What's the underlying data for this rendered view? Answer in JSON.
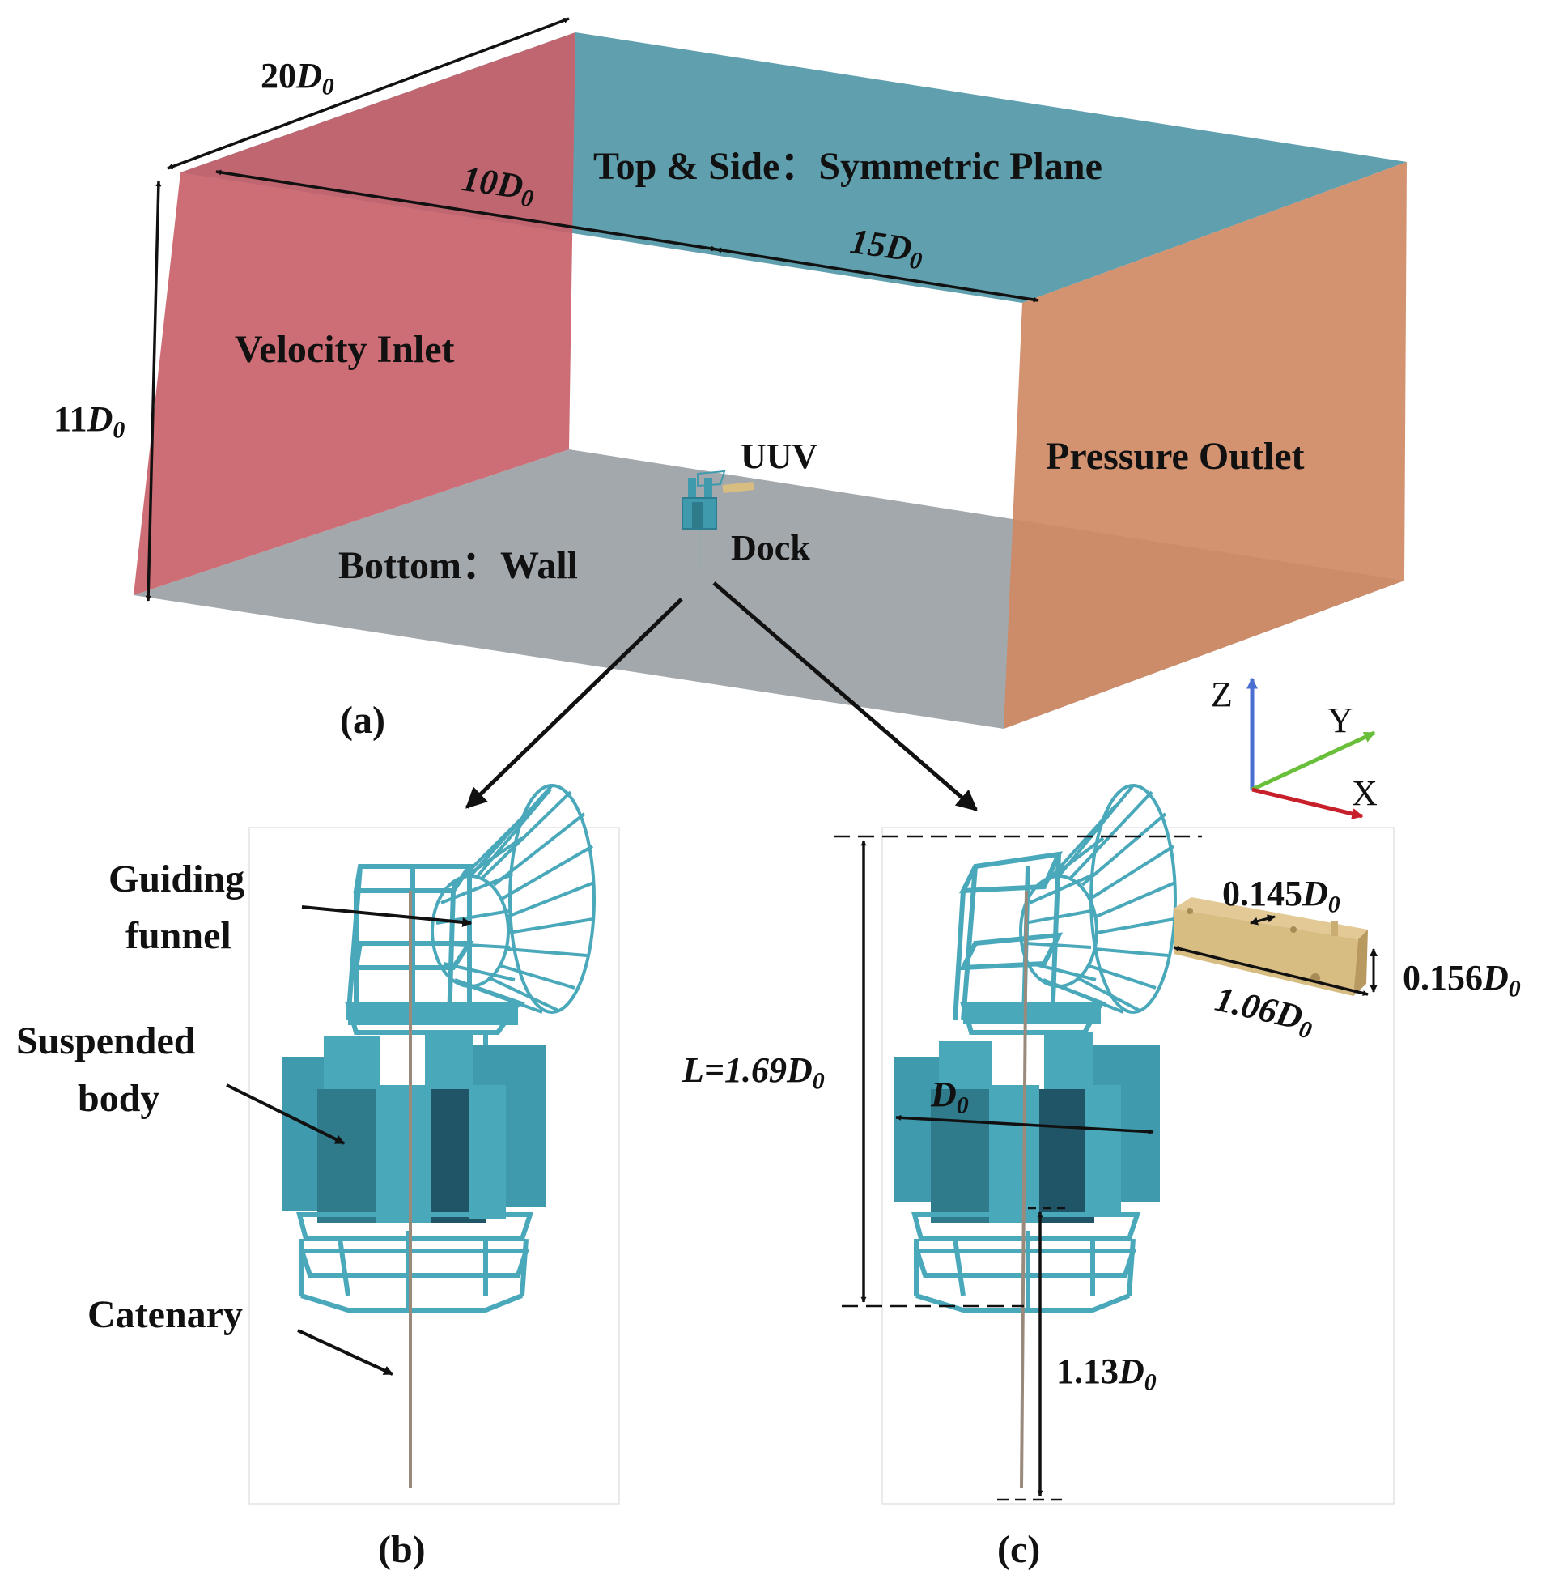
{
  "domain_labels": {
    "top_side": "Top & Side：Symmetric Plane",
    "inlet": "Velocity Inlet",
    "outlet": "Pressure Outlet",
    "bottom": "Bottom：Wall",
    "uuv": "UUV",
    "dock": "Dock"
  },
  "dimensions": {
    "width": {
      "pre": "20",
      "sym": "D",
      "sub": "0"
    },
    "upstream": {
      "pre": "10",
      "sym": "D",
      "sub": "0"
    },
    "downstream": {
      "pre": "15",
      "sym": "D",
      "sub": "0"
    },
    "height": {
      "pre": "11",
      "sym": "D",
      "sub": "0"
    },
    "dock_length": {
      "pre": "L=1.69",
      "sym": "D",
      "sub": "0"
    },
    "dock_diameter": {
      "pre": "",
      "sym": "D",
      "sub": "0"
    },
    "catenary": {
      "pre": "1.13",
      "sym": "D",
      "sub": "0"
    },
    "uuv_width": {
      "pre": "0.145",
      "sym": "D",
      "sub": "0"
    },
    "uuv_height": {
      "pre": "0.156",
      "sym": "D",
      "sub": "0"
    },
    "uuv_length": {
      "pre": "1.06",
      "sym": "D",
      "sub": "0"
    }
  },
  "component_labels": {
    "funnel_line1": "Guiding",
    "funnel_line2": "funnel",
    "body_line1": "Suspended",
    "body_line2": "body",
    "catenary": "Catenary"
  },
  "panel_labels": {
    "a": "(a)",
    "b": "(b)",
    "c": "(c)"
  },
  "axes": {
    "z": "Z",
    "y": "Y",
    "x": "X"
  },
  "colors": {
    "inlet": "#c9616a",
    "top": "#5f9fae",
    "outlet": "#cf8a64",
    "bottom": "#a3a8ad",
    "dock": "#3f9aae",
    "uuv": "#d8bd83",
    "axis_z": "#4a6fd0",
    "axis_y": "#6abf3a",
    "axis_x": "#c8202a"
  }
}
